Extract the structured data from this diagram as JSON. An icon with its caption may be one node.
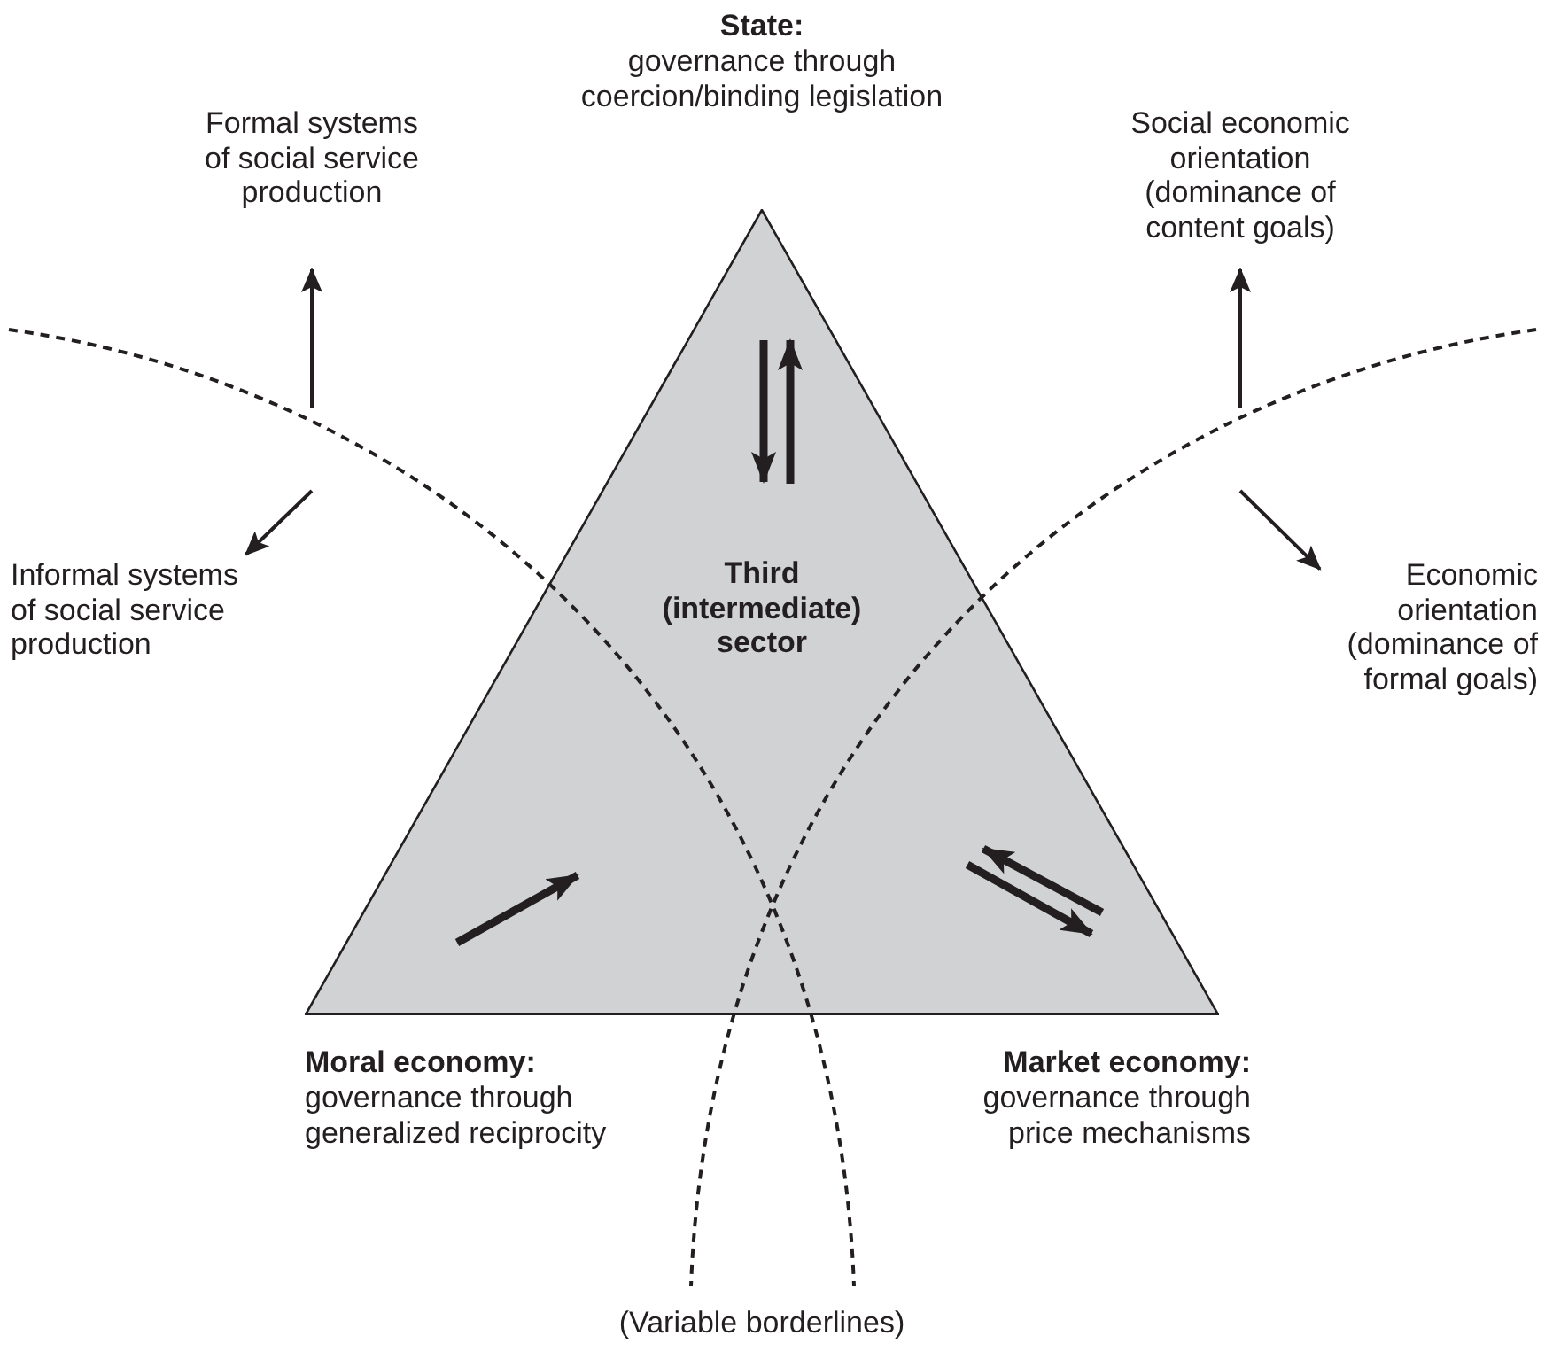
{
  "diagram": {
    "nodes": [
      {
        "text": [
          "Third (intermediate) sector"
        ]
      },
      {
        "text": [
          "Formal systems of social service production"
        ]
      },
      {
        "text": [
          "Informal systems of social service production"
        ]
      },
      {
        "text": [
          "Social economic orientation (dominance of content goals)"
        ]
      },
      {
        "text": [
          "Economic orientation (dominance of formal goals)"
        ]
      }
    ],
    "edges": [
      {
        "from": null,
        "to": 1,
        "arrow": "to"
      },
      {
        "from": null,
        "to": 2,
        "arrow": "to"
      },
      {
        "from": null,
        "to": 3,
        "arrow": "to"
      },
      {
        "from": null,
        "to": 4,
        "arrow": "to"
      }
    ],
    "labels": [
      "State:",
      "governance through coercion/binding legislation",
      "Moral economy:",
      "governance through generalized reciprocity",
      "Market economy:",
      "governance through price mechanisms",
      "(Variable borderlines)"
    ]
  }
}
